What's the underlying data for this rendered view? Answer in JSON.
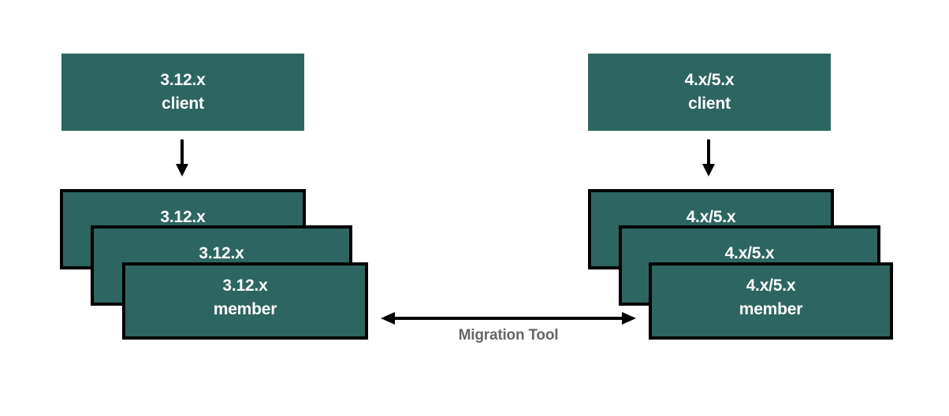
{
  "diagram": {
    "title": "Migration Tool diagram",
    "colors": {
      "box_fill": "#2d6660",
      "box_border": "#000000",
      "box_text": "#ffffff",
      "label_text": "#666666",
      "arrow": "#000000",
      "background": "#ffffff"
    },
    "left": {
      "client": {
        "version": "3.12.x",
        "role": "client"
      },
      "members": [
        {
          "version": "3.12.x",
          "role": ""
        },
        {
          "version": "3.12.x",
          "role": ""
        },
        {
          "version": "3.12.x",
          "role": "member"
        }
      ],
      "flow_arrow": "arrow-down-icon"
    },
    "right": {
      "client": {
        "version": "4.x/5.x",
        "role": "client"
      },
      "members": [
        {
          "version": "4.x/5.x",
          "role": ""
        },
        {
          "version": "4.x/5.x",
          "role": ""
        },
        {
          "version": "4.x/5.x",
          "role": "member"
        }
      ],
      "flow_arrow": "arrow-down-icon"
    },
    "center": {
      "label": "Migration Tool",
      "arrow": "arrow-bidirectional-icon"
    }
  }
}
